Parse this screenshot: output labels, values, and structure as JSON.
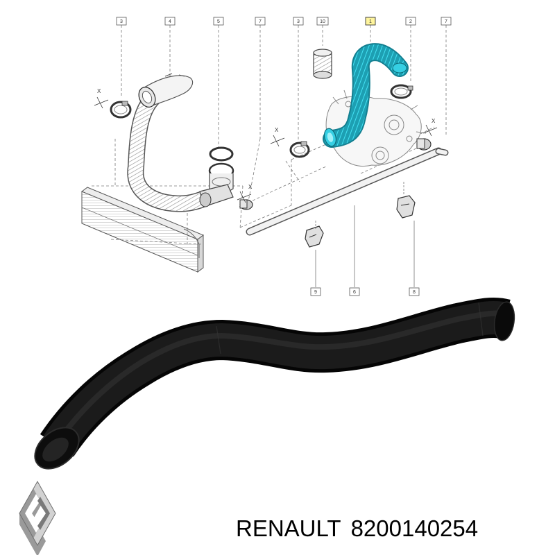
{
  "diagram": {
    "callouts_top": [
      {
        "label": "3"
      },
      {
        "label": "4"
      },
      {
        "label": "5"
      },
      {
        "label": "7"
      },
      {
        "label": "3"
      },
      {
        "label": "10"
      },
      {
        "label": "1"
      },
      {
        "label": "2"
      },
      {
        "label": "7"
      }
    ],
    "callouts_bottom": [
      {
        "label": "9"
      },
      {
        "label": "6"
      },
      {
        "label": "8"
      }
    ],
    "x_marks": [
      "X",
      "X",
      "X",
      "X"
    ],
    "highlight_color": "#2fd3e8",
    "highlighted_callout": "1"
  },
  "product": {
    "hose_color": "#141414"
  },
  "brand": {
    "logo": "renault-logo",
    "name": "RENAULT",
    "part_number": "8200140254"
  }
}
